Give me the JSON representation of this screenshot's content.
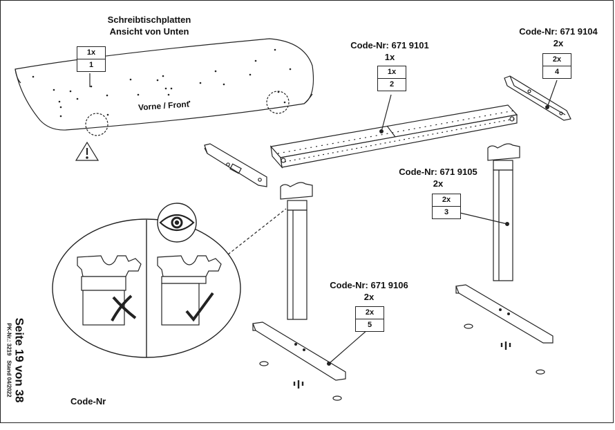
{
  "desk_top": {
    "title_line1": "Schreibtischplatten",
    "title_line2": "Ansicht von Unten",
    "qty": "1x",
    "part_no": "1",
    "front_label": "Vorne / Front"
  },
  "crossbar": {
    "code": "Code-Nr: 671 9101",
    "count": "1x",
    "qty": "1x",
    "part_no": "2"
  },
  "side_brackets": {
    "code": "Code-Nr: 671 9104",
    "count": "2x",
    "qty": "2x",
    "part_no": "4"
  },
  "legs": {
    "code": "Code-Nr: 671 9105",
    "count": "2x",
    "qty": "2x",
    "part_no": "3"
  },
  "feet": {
    "code": "Code-Nr: 671 9106",
    "count": "2x",
    "qty": "2x",
    "part_no": "5"
  },
  "footer": {
    "page": "Seite 19 von 38",
    "pk": "PK-Nr.: 3219",
    "stand": "Stand 04/2022",
    "code_label": "Code-Nr"
  },
  "icons": [
    "warning-icon",
    "eye-icon",
    "cross-mark-icon",
    "check-mark-icon"
  ]
}
